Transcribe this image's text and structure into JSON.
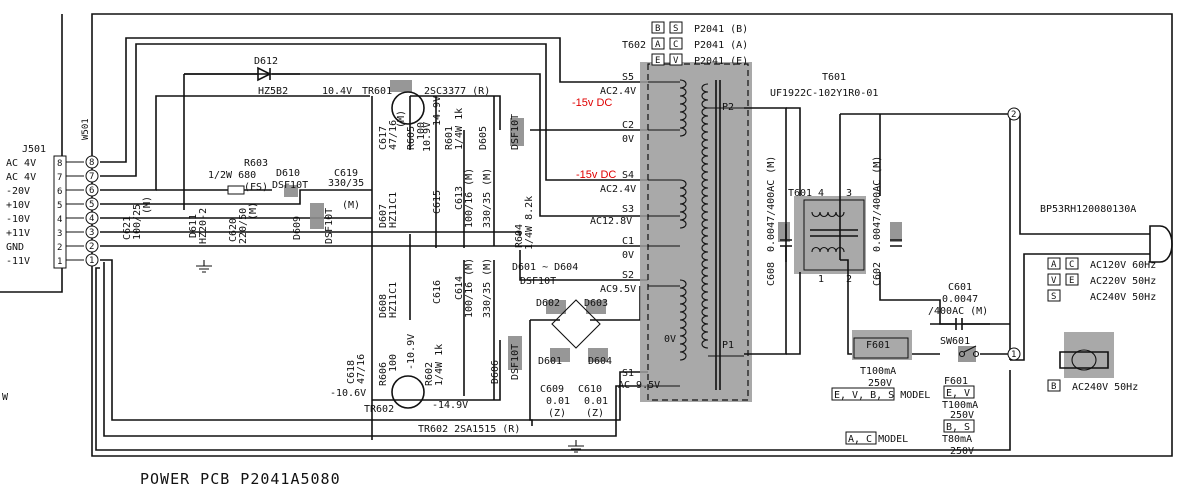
{
  "connector_j501": {
    "ref": "J501",
    "pins": [
      {
        "num": "8",
        "label": "AC 4V"
      },
      {
        "num": "7",
        "label": "AC 4V"
      },
      {
        "num": "6",
        "label": "-20V"
      },
      {
        "num": "5",
        "label": "+10V"
      },
      {
        "num": "4",
        "label": "-10V"
      },
      {
        "num": "3",
        "label": "+11V"
      },
      {
        "num": "2",
        "label": "GND"
      },
      {
        "num": "1",
        "label": "-11V"
      }
    ]
  },
  "connector_w501": {
    "ref": "W501",
    "pins": [
      "8",
      "7",
      "6",
      "5",
      "4",
      "3",
      "2",
      "1"
    ]
  },
  "left_w": "W",
  "transformer_t602": {
    "ref": "T602",
    "legend": [
      {
        "codes": [
          "B",
          "S"
        ],
        "model": "P2041 (B)"
      },
      {
        "codes": [
          "A",
          "C"
        ],
        "model": "P2041 (A)"
      },
      {
        "codes": [
          "E",
          "V"
        ],
        "model": "P2041 (E)"
      }
    ],
    "taps": [
      {
        "name": "S5",
        "value": "AC2.4V"
      },
      {
        "name": "C2",
        "value": "0V"
      },
      {
        "name": "S4",
        "value": "AC2.4V"
      },
      {
        "name": "S3",
        "value": "AC12.8V"
      },
      {
        "name": "C1",
        "value": "0V"
      },
      {
        "name": "S2",
        "value": "AC9.5V"
      },
      {
        "name": "S1",
        "value": "AC 9.5V"
      }
    ],
    "primary": [
      "P2",
      "P1"
    ],
    "zero": "0V",
    "annotations": [
      "-15v DC",
      "-15v DC"
    ]
  },
  "t601": {
    "ref": "T601",
    "part": "UF1922C-102Y1R0-01",
    "pins": [
      "4",
      "3",
      "1",
      "2"
    ],
    "body_ref": "T601"
  },
  "components": {
    "d612": {
      "ref": "D612",
      "part": "HZ5B2"
    },
    "tr601": {
      "v": "10.4V",
      "ref": "TR601",
      "part": "2SC3377 (R)"
    },
    "tr602": {
      "ref": "TR602",
      "v1": "-10.6V",
      "v2": "-14.9V"
    },
    "tr602_bottom": "TR602  2SA1515 (R)",
    "r603": {
      "ref": "R603",
      "rating": "1/2W 680",
      "fs": "(FS)"
    },
    "d610": {
      "ref": "D610",
      "part": "DSF10T"
    },
    "c619": {
      "ref": "C619",
      "value": "330/35",
      "m": "(M)"
    },
    "c617": {
      "ref": "C617",
      "value": "47/16",
      "m": "(M)"
    },
    "r605": {
      "ref": "R605",
      "value": "100"
    },
    "v109": "10.9V",
    "v149": "14.9V",
    "r601": {
      "ref": "R601",
      "value": "1/4W 1k"
    },
    "d605": {
      "ref": "D605",
      "part": "DSF10T"
    },
    "d607": {
      "ref": "D607",
      "part": "HZ11C1"
    },
    "c615": {
      "ref": "C615"
    },
    "c613": {
      "ref": "C613",
      "value": "100/16 (M)"
    },
    "c613b": {
      "value": "330/35 (M)"
    },
    "r604": {
      "ref": "R604",
      "value": "1/4W 8.2k"
    },
    "c621": {
      "ref": "C621",
      "value": "100/25",
      "m": "(M)"
    },
    "d611": {
      "ref": "D611",
      "part": "HZ20-2"
    },
    "c620": {
      "ref": "C620",
      "value": "220/50",
      "m": "(M)"
    },
    "d609": {
      "ref": "D609",
      "part": "DSF10T"
    },
    "d608": {
      "ref": "D608",
      "part": "HZ11C1"
    },
    "c616": {
      "ref": "C616"
    },
    "c614": {
      "ref": "C614",
      "value": "100/16 (M)"
    },
    "c614b": {
      "value": "330/35 (M)"
    },
    "c618": {
      "ref": "C618",
      "value": "47/16",
      "m": "(M)"
    },
    "r606": {
      "ref": "R606",
      "value": "100"
    },
    "vneg109": "-10.9V",
    "r602": {
      "ref": "R602",
      "value": "1/4W 1k"
    },
    "d606": {
      "ref": "D606",
      "part": "DSF10T"
    },
    "bridge": {
      "label": "D601 ~ D604",
      "part": "DSF10T",
      "d602": "D602",
      "d603": "D603",
      "d601": "D601",
      "d604": "D604"
    },
    "c609": {
      "ref": "C609",
      "value": "0.01",
      "z": "(Z)"
    },
    "c610": {
      "ref": "C610",
      "value": "0.01",
      "z": "(Z)"
    },
    "c608": {
      "ref": "C608",
      "value": "0.0047/400AC (M)"
    },
    "c602": {
      "ref": "C602",
      "value": "0.0047/400AC (M)"
    },
    "c601": {
      "ref": "C601",
      "value": "0.0047",
      "rating": "/400AC (M)"
    },
    "f601": {
      "ref": "F601",
      "rating": "T100mA",
      "v": "250V"
    },
    "sw601": {
      "ref": "SW601"
    }
  },
  "fuse_table": {
    "models1": "E, V, B, S  MODEL",
    "models2": "A, C  MODEL",
    "f601_ref": "F601",
    "ev": "E, V",
    "ev_rating": "T100mA",
    "ev_v": "250V",
    "bs": "B, S",
    "bs_rating": "T80mA",
    "bs_v": "250V"
  },
  "plug": {
    "part": "BP53RH120080130A",
    "ac": [
      {
        "codes": [
          "A",
          "C"
        ],
        "spec": "AC120V  60Hz"
      },
      {
        "codes": [
          "V",
          "E"
        ],
        "spec": "AC220V  50Hz"
      },
      {
        "codes": [
          "S"
        ],
        "spec": "AC240V  50Hz"
      }
    ],
    "alt": {
      "code": "B",
      "spec": "AC240V  50Hz"
    }
  },
  "terminals": [
    "2",
    "1"
  ],
  "title": "POWER  PCB  P2041A5080"
}
